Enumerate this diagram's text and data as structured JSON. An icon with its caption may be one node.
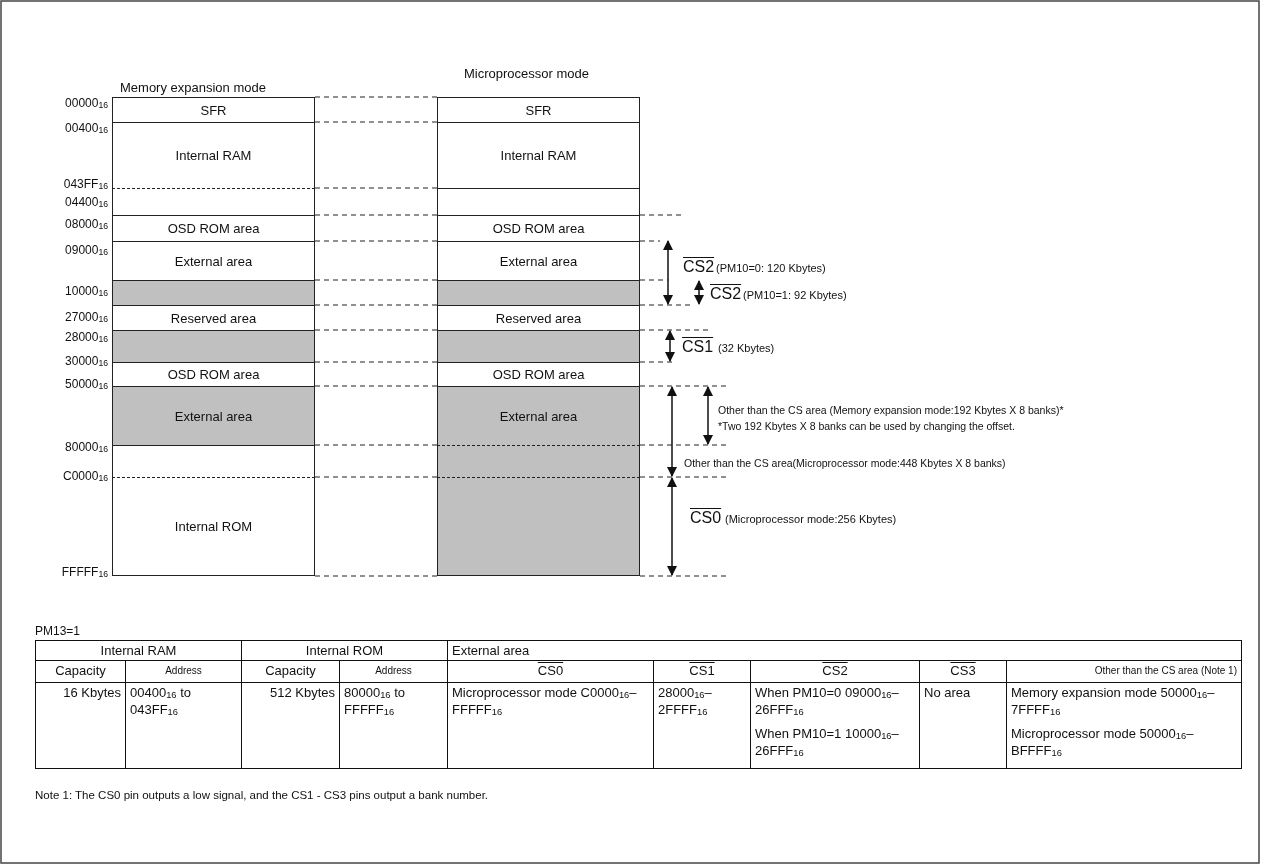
{
  "diagram": {
    "nodes": [
      {
        "text": [
          "Memory expansion mode"
        ]
      },
      {
        "text": [
          "SFR"
        ],
        "in": 0
      },
      {
        "text": [
          "Internal RAM"
        ],
        "in": 0
      },
      {
        "text": [],
        "shape": "box",
        "in": 0
      },
      {
        "text": [
          "OSD ROM area"
        ],
        "in": 0
      },
      {
        "text": [
          "External area"
        ],
        "in": 0
      },
      {
        "text": [],
        "shape": "box",
        "in": 0
      },
      {
        "text": [
          "Reserved area"
        ],
        "in": 0
      },
      {
        "text": [],
        "shape": "box",
        "in": 0
      },
      {
        "text": [
          "OSD ROM area"
        ],
        "in": 0
      },
      {
        "text": [
          "External area"
        ],
        "in": 0
      },
      {
        "text": [],
        "shape": "box",
        "in": 0
      },
      {
        "text": [
          "Internal ROM"
        ],
        "in": 0
      },
      {
        "text": [
          "Microprocessor mode"
        ]
      },
      {
        "text": [
          "SFR"
        ],
        "in": 13
      },
      {
        "text": [
          "Internal RAM"
        ],
        "in": 13
      },
      {
        "text": [],
        "shape": "box",
        "in": 13
      },
      {
        "text": [
          "OSD ROM area"
        ],
        "in": 13
      },
      {
        "text": [
          "External area"
        ],
        "in": 13
      },
      {
        "text": [],
        "shape": "box",
        "in": 13
      },
      {
        "text": [
          "Reserved area"
        ],
        "in": 13
      },
      {
        "text": [],
        "shape": "box",
        "in": 13
      },
      {
        "text": [
          "OSD ROM area"
        ],
        "in": 13
      },
      {
        "text": [
          "External area"
        ],
        "in": 13
      },
      {
        "text": [],
        "shape": "box",
        "in": 13
      },
      {
        "text": [],
        "shape": "box",
        "in": 13
      }
    ],
    "labels": [
      "00000$_{16}$",
      "00400$_{16}$",
      "043FF$_{16}$",
      "04400$_{16}$",
      "08000$_{16}$",
      "09000$_{16}$",
      "10000$_{16}$",
      "27000$_{16}$",
      "28000$_{16}$",
      "30000$_{16}$",
      "50000$_{16}$",
      "80000$_{16}$",
      "C0000$_{16}$",
      "FFFFF$_{16}$",
      "CS2",
      "(PM10=0: 120 Kbytes)",
      "CS2",
      "(PM10=1: 92 Kbytes)",
      "CS1",
      "(32 Kbytes)",
      "Other than the CS area (Memory expansion mode:192 Kbytes X 8 banks)*",
      "*Two 192  Kbytes X 8 banks can be used by changing the offset.",
      "Other than the CS area(Microprocessor mode:448 Kbytes X 8 banks)",
      "CS0",
      "(Microprocessor mode:256 Kbytes)",
      "PM13=1",
      "Internal RAM",
      "Internal ROM",
      "External area",
      "Capacity",
      "Address",
      "Capacity",
      "Address",
      "CS0",
      "CS1",
      "CS2",
      "CS3",
      "Other than the CS area (Note 1)",
      "16 Kbytes",
      "00400$_{16}$ to 043FF$_{16}$",
      "512 Kbytes",
      "80000$_{16}$ to FFFFF$_{16}$",
      "Microprocessor mode C0000$_{16}$–FFFFF$_{16}$",
      "28000$_{16}$– 2FFFF$_{16}$",
      "When PM10=0 09000$_{16}$–26FFF$_{16}$",
      "No area",
      "Memory expansion mode 50000$_{16}$–7FFFF$_{16}$",
      "When PM10=1 10000$_{16}$–26FFF$_{16}$",
      "Microprocessor mode 50000$_{16}$–BFFFF$_{16}$",
      "Note 1: The CS0 pin outputs a low signal, and the CS1 - CS3 pins output a bank number."
    ]
  }
}
